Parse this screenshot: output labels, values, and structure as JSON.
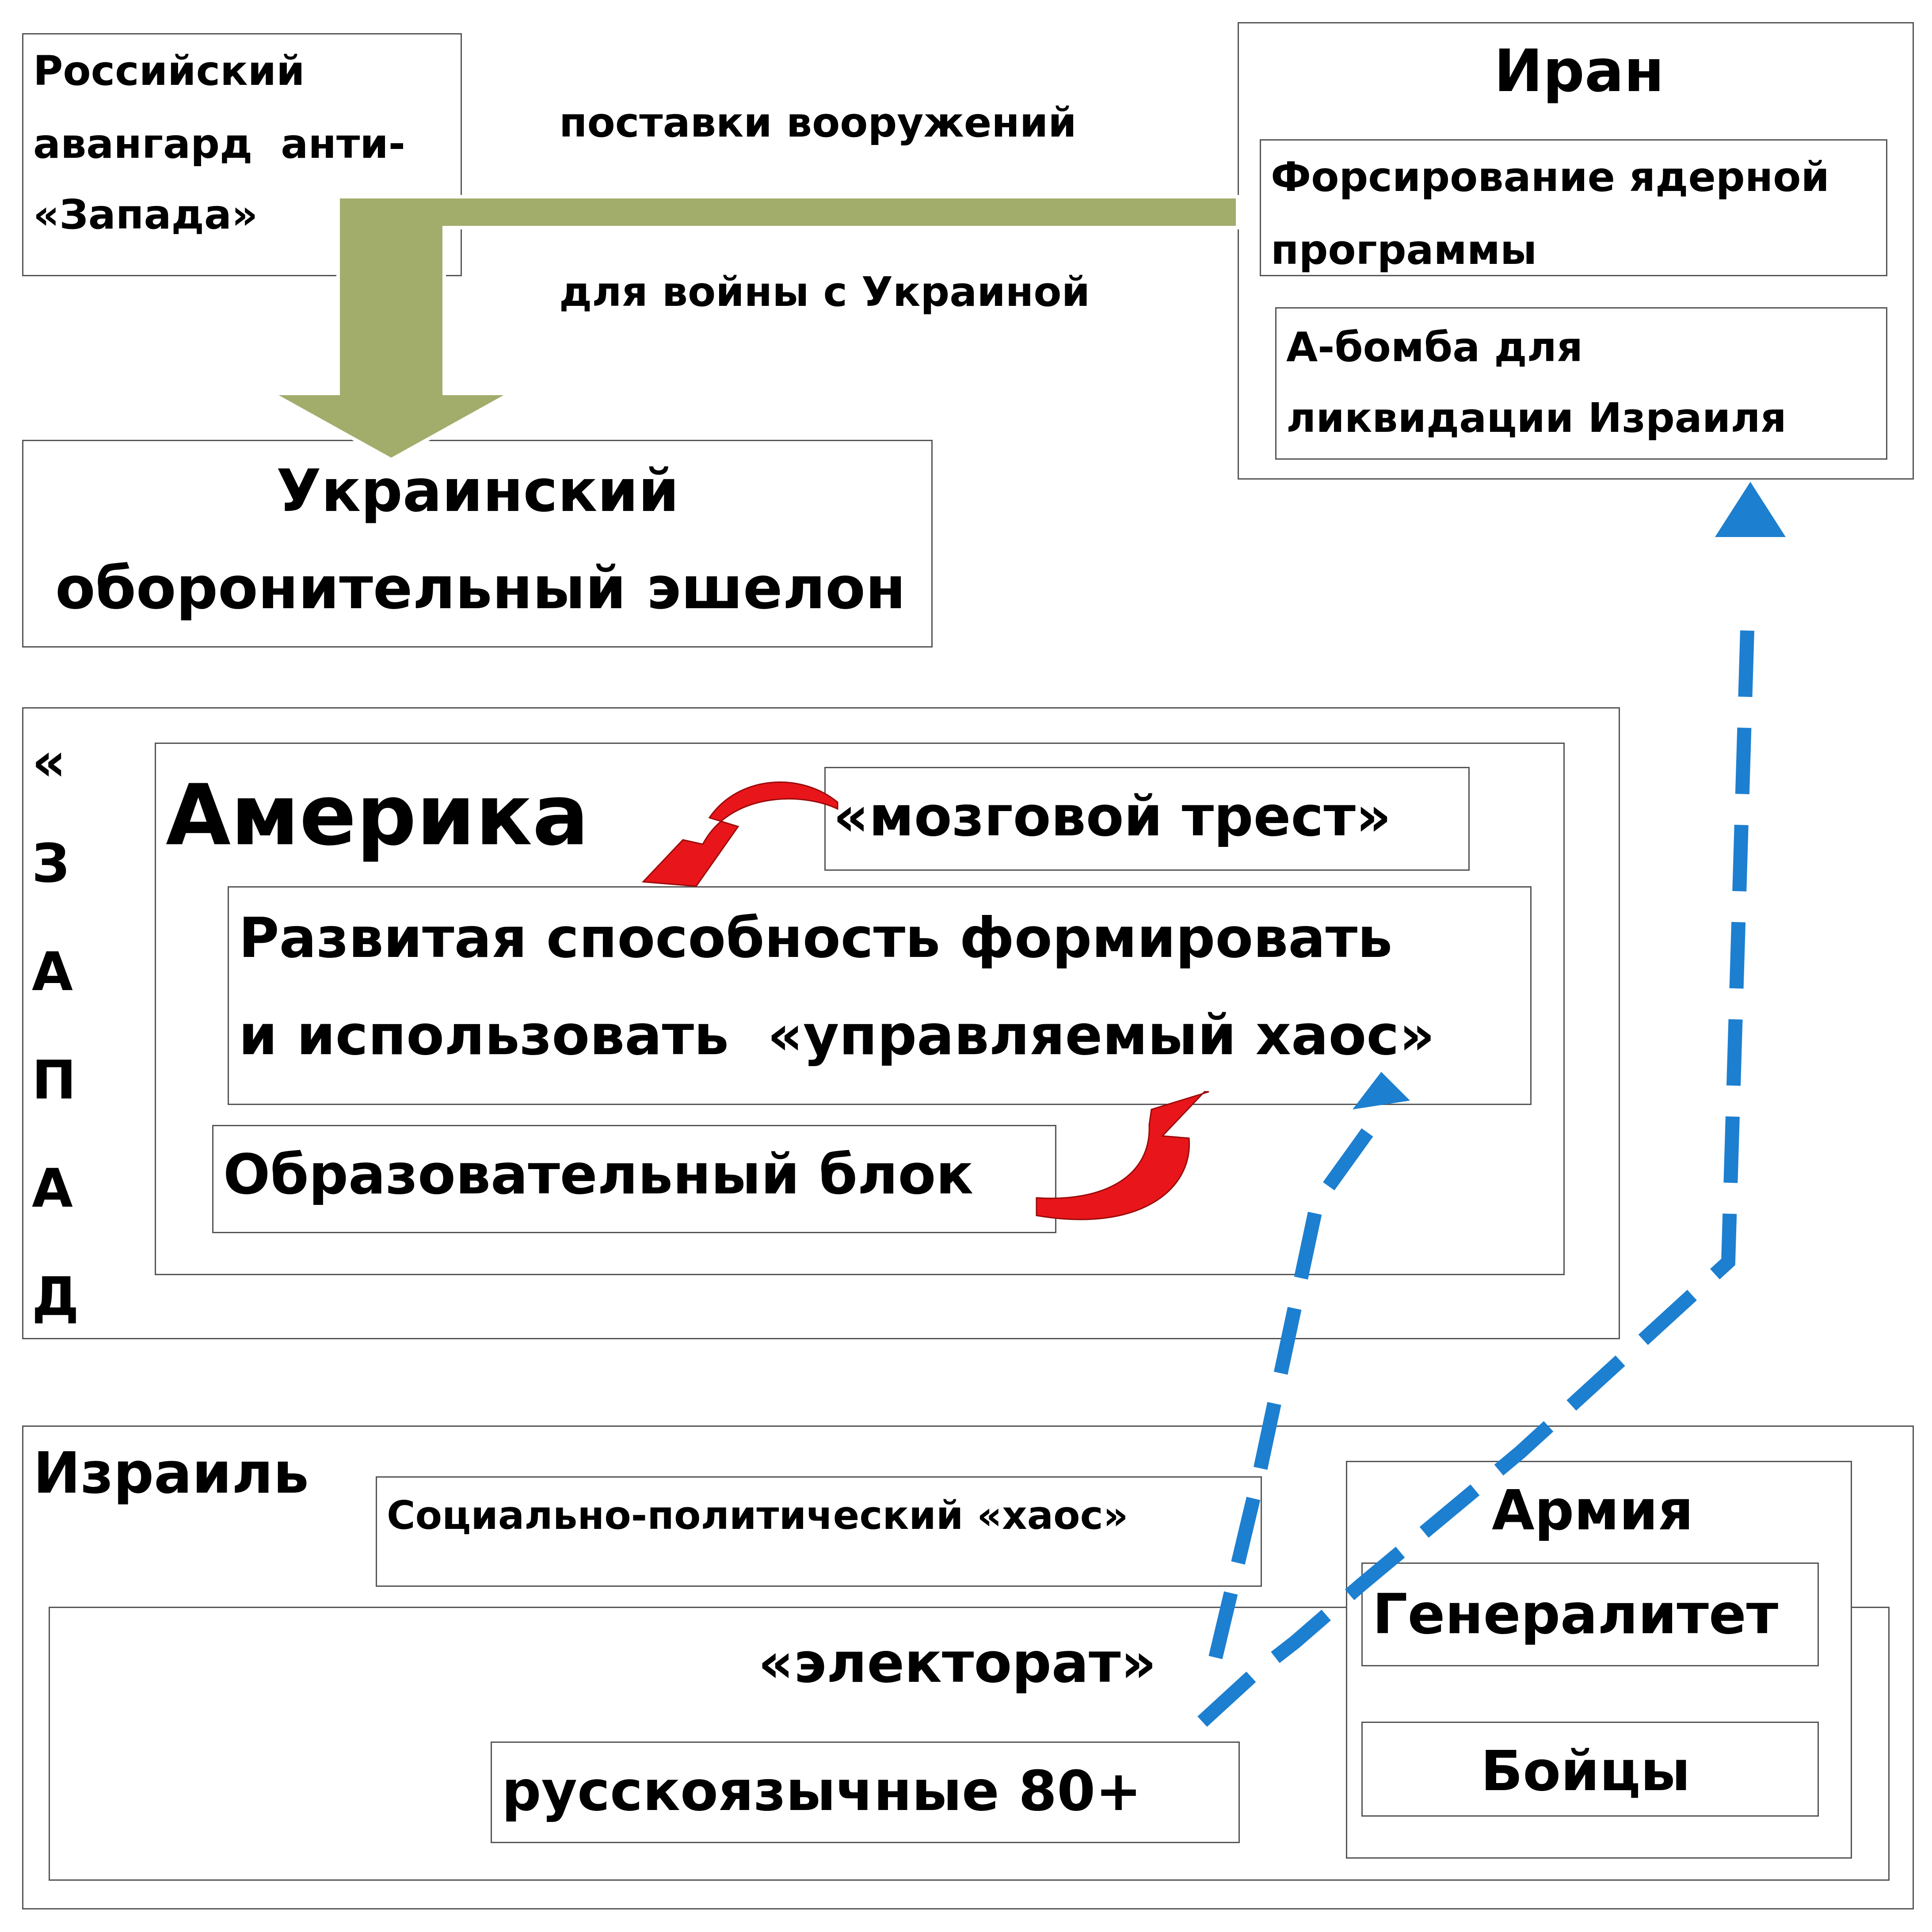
{
  "russia": {
    "lines": [
      "Российский",
      "авангард  анти-",
      "«Запада»"
    ]
  },
  "arrow_labels": {
    "top": "поставки вооружений",
    "bottom": "для войны с Украиной"
  },
  "iran": {
    "title": "Иран",
    "nuclear": [
      "Форсирование ядерной",
      "программы"
    ],
    "bomb": [
      "А-бомба для",
      "ликвидации Израиля"
    ]
  },
  "ukraine": {
    "lines": [
      "Украинский",
      "оборонительный эшелон"
    ]
  },
  "west": {
    "vertical_label": [
      "«",
      "З",
      "А",
      "П",
      "А",
      "Д"
    ],
    "america": "Америка",
    "think_tank": "«мозговой трест»",
    "chaos_ability": [
      "Развитая способность формировать",
      "и использовать  «управляемый хаос»"
    ],
    "education": "Образовательный блок"
  },
  "israel": {
    "title": "Израиль",
    "social_chaos": "Социально-политический «хаос»",
    "electorate": "«электорат»",
    "russian_speakers": "русскоязычные 80+",
    "army": {
      "title": "Армия",
      "generals": "Генералитет",
      "soldiers": "Бойцы"
    }
  },
  "colors": {
    "box_border": "#555555",
    "supply_arrow": "#a2ad6c",
    "feedback_arrow": "#e8161a",
    "influence_arrow": "#1d7fd0"
  }
}
